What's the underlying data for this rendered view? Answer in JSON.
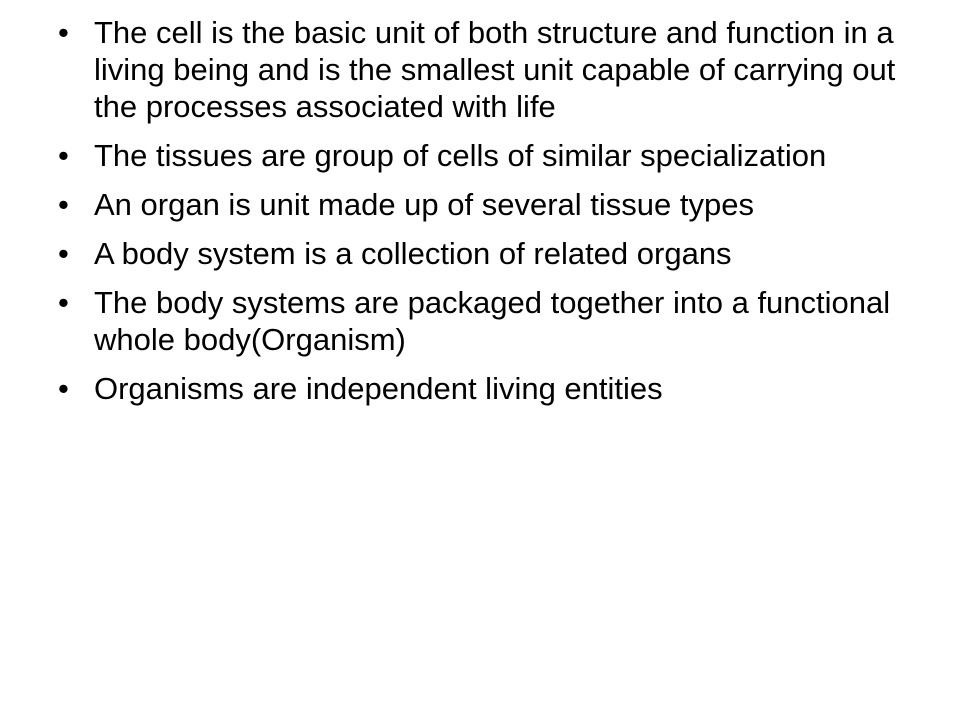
{
  "slide": {
    "bullet_glyph": "•",
    "bullets": [
      {
        "text": "The cell is the basic unit of both structure and function in a living being and is the smallest unit capable of carrying out the processes associated with life"
      },
      {
        "text": "The tissues are group of cells of similar specialization"
      },
      {
        "text": "An organ is unit made up of several tissue types"
      },
      {
        "text": "A body system is a collection of related organs"
      },
      {
        "text": "The body systems are packaged together into a functional whole body(Organism)"
      },
      {
        "text": "Organisms are independent living entities"
      }
    ]
  }
}
